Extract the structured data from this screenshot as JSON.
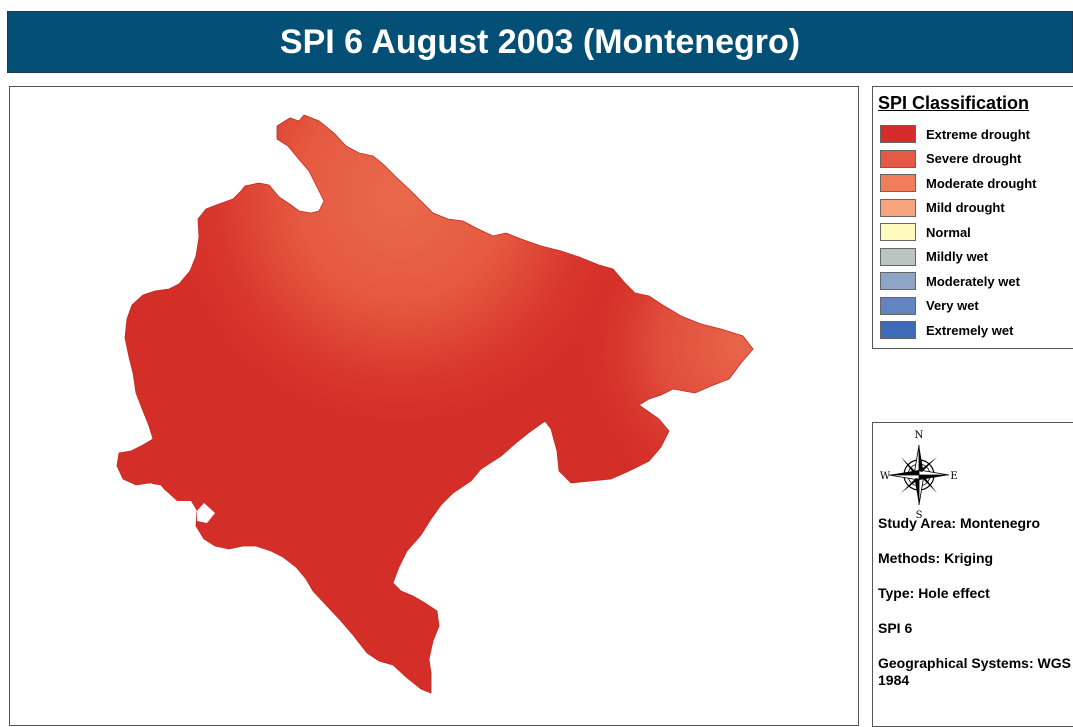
{
  "title": "SPI 6 August 2003 (Montenegro)",
  "colors": {
    "title_bar": "#044f76",
    "extreme_fill": "#d42e28",
    "severe_fill": "#e4584a",
    "north_fill": "#e8664a"
  },
  "legend": {
    "title": "SPI Classification",
    "items": [
      {
        "label": "Extreme drought",
        "color": "#d42b2b"
      },
      {
        "label": "Severe drought",
        "color": "#e35a45"
      },
      {
        "label": "Moderate drought",
        "color": "#f07e5b"
      },
      {
        "label": "Mild drought",
        "color": "#f7a57f"
      },
      {
        "label": "Normal",
        "color": "#fdfbbd"
      },
      {
        "label": "Mildly wet",
        "color": "#b8c5c2"
      },
      {
        "label": "Moderately wet",
        "color": "#8fa5c5"
      },
      {
        "label": "Very wet",
        "color": "#6284c1"
      },
      {
        "label": "Extremely wet",
        "color": "#3e6bb5"
      }
    ]
  },
  "compass": {
    "n": "N",
    "s": "S",
    "e": "E",
    "w": "W"
  },
  "info": {
    "study_area": "Study Area: Montenegro",
    "methods": "Methods: Kriging",
    "type": "Type: Hole effect",
    "spi": "SPI 6",
    "geo_systems": "Geographical Systems: WGS 1984"
  }
}
